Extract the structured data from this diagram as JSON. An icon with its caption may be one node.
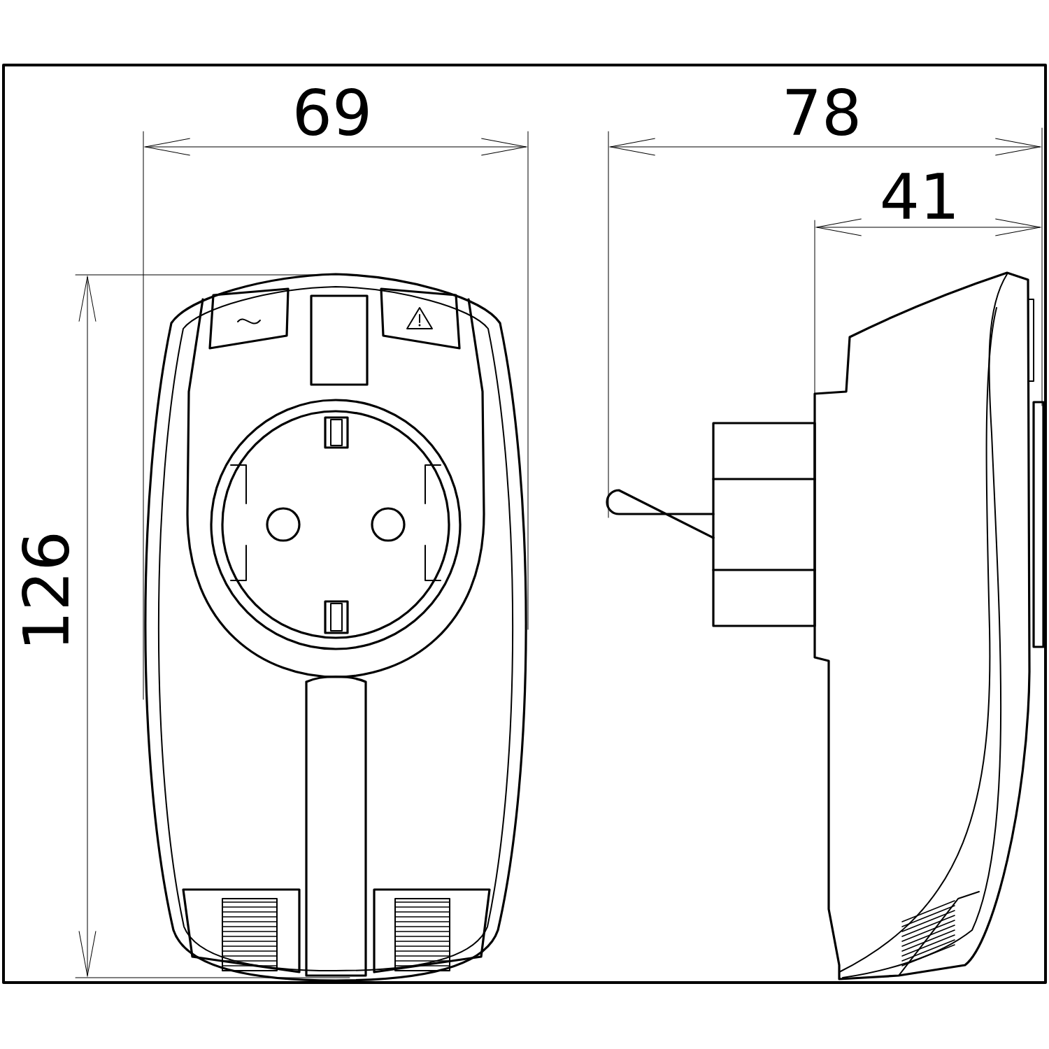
{
  "diagram": {
    "labels": [
      "69",
      "78",
      "41",
      "126"
    ]
  }
}
